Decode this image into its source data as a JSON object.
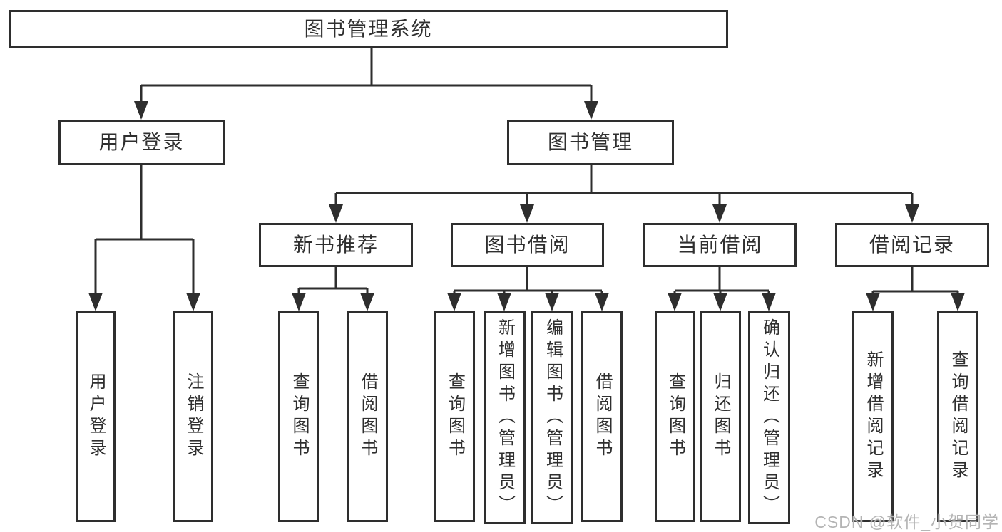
{
  "nodes": {
    "root": "图书管理系统",
    "level2": [
      "用户登录",
      "图书管理"
    ],
    "level3": [
      "新书推荐",
      "图书借阅",
      "当前借阅",
      "借阅记录"
    ],
    "leaves_user": [
      "用户登录",
      "注销登录"
    ],
    "leaves_newbook": [
      "查询图书",
      "借阅图书"
    ],
    "leaves_borrow": [
      "查询图书",
      "新增图书（管理员）",
      "编辑图书（管理员）",
      "借阅图书"
    ],
    "leaves_current": [
      "查询图书",
      "归还图书",
      "确认归还（管理员）"
    ],
    "leaves_records": [
      "新增借阅记录",
      "查询借阅记录"
    ]
  },
  "watermark": "CSDN @软件_小贺同学",
  "colors": {
    "line": "#2e2e2e",
    "box_border": "#2e2e2e",
    "text": "#2f2f2f",
    "watermark": "#b4b4b4",
    "background": "#ffffff"
  }
}
